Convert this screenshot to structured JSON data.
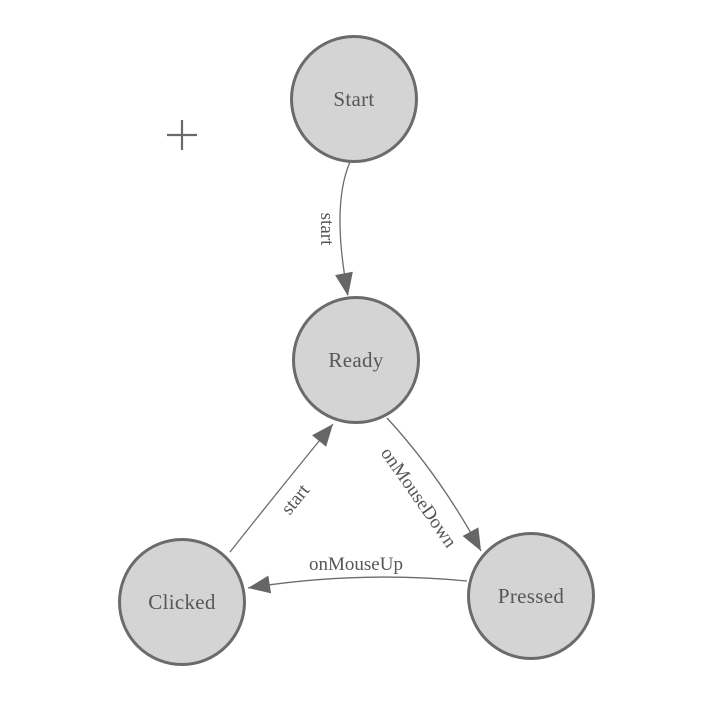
{
  "diagram": {
    "type": "state-machine",
    "nodes": [
      {
        "id": "start",
        "label": "Start"
      },
      {
        "id": "ready",
        "label": "Ready"
      },
      {
        "id": "clicked",
        "label": "Clicked"
      },
      {
        "id": "pressed",
        "label": "Pressed"
      }
    ],
    "edges": [
      {
        "from": "start",
        "to": "ready",
        "label": "start"
      },
      {
        "from": "ready",
        "to": "pressed",
        "label": "onMouseDown"
      },
      {
        "from": "pressed",
        "to": "clicked",
        "label": "onMouseUp"
      },
      {
        "from": "clicked",
        "to": "ready",
        "label": "start"
      }
    ],
    "icons": {
      "crosshair": "plus-icon"
    },
    "colors": {
      "background": "#ffffff",
      "node_fill": "#d4d4d4",
      "node_border": "#6b6b6b",
      "edge": "#6b6b6b",
      "arrowhead": "#666666",
      "text": "#54565a",
      "plus": "#696969"
    }
  }
}
